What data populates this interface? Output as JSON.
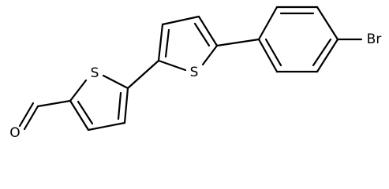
{
  "molecule": {
    "atom_labels": {
      "thiophene_1_sulfur": "S",
      "thiophene_2_sulfur": "S",
      "bromine": "Br",
      "aldehyde_oxygen": "O"
    },
    "colors": {
      "bond": "#000000",
      "label": "#000000",
      "background": "#ffffff"
    }
  }
}
